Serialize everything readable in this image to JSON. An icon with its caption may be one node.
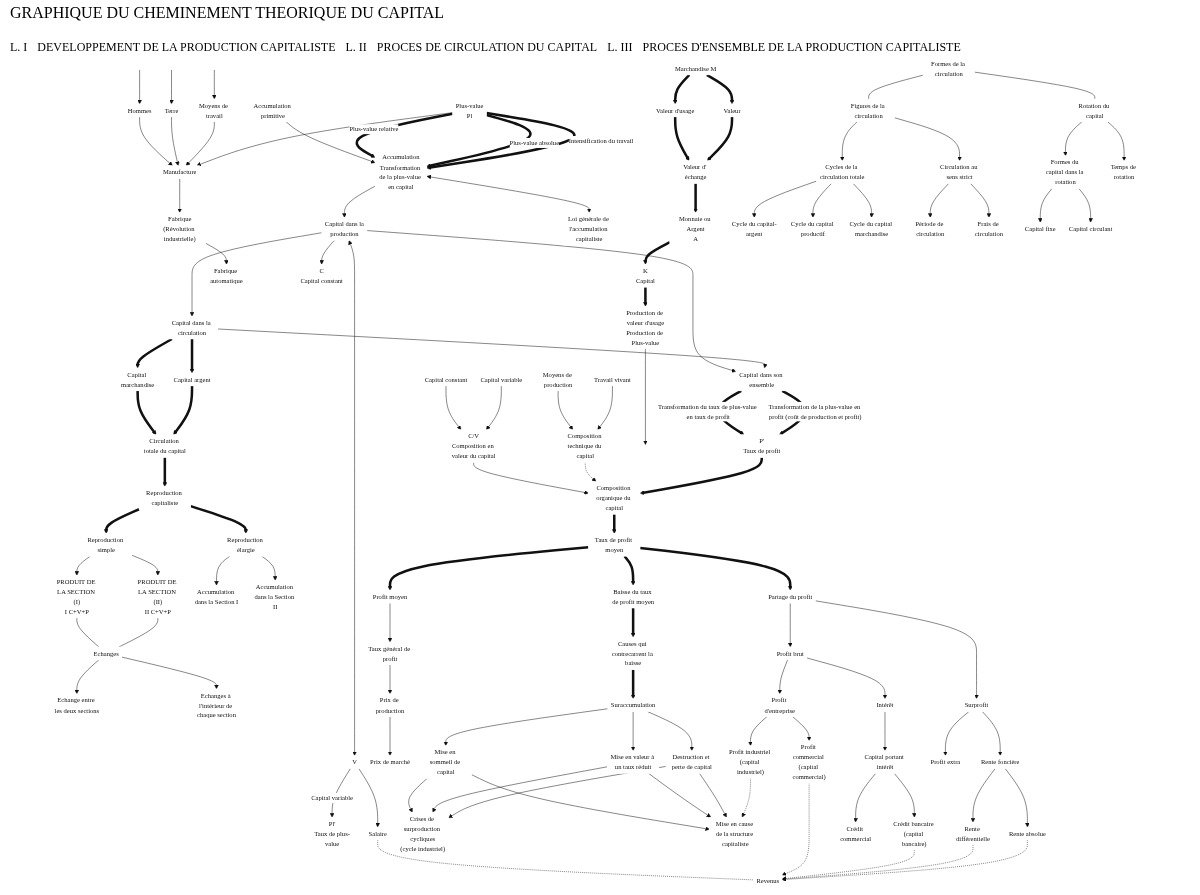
{
  "diagram": {
    "title": "GRAPHIQUE DU CHEMINEMENT THEORIQUE DU CAPITAL",
    "nodes": [
      {
        "text": [
          "Marchandise M"
        ]
      },
      {
        "text": [
          "Valeur d'usage"
        ]
      },
      {
        "text": [
          "Valeur"
        ]
      },
      {
        "text": [
          "Valeur d' échange"
        ]
      },
      {
        "text": [
          "Monnaie ou Argent",
          "A"
        ]
      },
      {
        "text": [
          "K",
          "Capital"
        ]
      },
      {
        "text": [
          "Production de valeur d'usage",
          "Production de Plus-value"
        ]
      },
      {
        "text": [
          "Hommes"
        ]
      },
      {
        "text": [
          "Terre"
        ]
      },
      {
        "text": [
          "Moyens de travail"
        ]
      },
      {
        "text": [
          "Manufacture"
        ]
      },
      {
        "text": [
          "Fabrique",
          "(Révolution industrielle)"
        ]
      },
      {
        "text": [
          "Fabrique automatique"
        ]
      },
      {
        "text": [
          "Accumulation primitive"
        ]
      },
      {
        "text": [
          "Plus-value",
          "Pl"
        ]
      },
      {
        "text": [
          "Accumulation",
          "Transformation de la plus-value en capital"
        ]
      },
      {
        "text": [
          "Loi générale de l'accumulation capitaliste"
        ]
      },
      {
        "text": [
          "Capital dans la",
          "production"
        ]
      },
      {
        "text": [
          "V"
        ]
      },
      {
        "text": [
          "Pl'",
          "Taux de plus-value"
        ]
      },
      {
        "text": [
          "Salaire"
        ]
      },
      {
        "text": [
          "C",
          "Capital constant"
        ]
      },
      {
        "text": [
          "Formes de la circulation"
        ]
      },
      {
        "text": [
          "Figures de la circulation"
        ]
      },
      {
        "text": [
          "Cycles de la circulation totale"
        ]
      },
      {
        "text": [
          "Circulation au sens strict"
        ]
      },
      {
        "text": [
          "Rotation du capital"
        ]
      },
      {
        "text": [
          "Formes du capital dans la rotation"
        ]
      },
      {
        "text": [
          "Temps de rotation"
        ]
      },
      {
        "text": [
          "Cycle du capital-argent"
        ]
      },
      {
        "text": [
          "Cycle du capital productif"
        ]
      },
      {
        "text": [
          "Cycle du capital marchandise"
        ]
      },
      {
        "text": [
          "Période de circulation"
        ]
      },
      {
        "text": [
          "Frais de circulation"
        ]
      },
      {
        "text": [
          "Capital fixe"
        ]
      },
      {
        "text": [
          "Capital circulant"
        ]
      },
      {
        "text": [
          "Capital dans la circulation"
        ]
      },
      {
        "text": [
          "Capital marchandise"
        ]
      },
      {
        "text": [
          "Capital argent"
        ]
      },
      {
        "text": [
          "Circulation totale du capital"
        ]
      },
      {
        "text": [
          "Reproduction capitaliste"
        ]
      },
      {
        "text": [
          "Reproduction simple"
        ]
      },
      {
        "text": [
          "PRODUIT DE LA SECTION (I)",
          "I C+V+P"
        ]
      },
      {
        "text": [
          "PRODUIT DE LA SECTION (II)",
          "II C+V+P"
        ]
      },
      {
        "text": [
          "Echanges"
        ]
      },
      {
        "text": [
          "Echange entre les deux sections"
        ]
      },
      {
        "text": [
          "Echanges à l'intérieur de chaque section"
        ]
      },
      {
        "text": [
          "Reproduction élargie"
        ]
      },
      {
        "text": [
          "Accumulation dans la Section I"
        ]
      },
      {
        "text": [
          "Accumulation dans la Section II"
        ]
      },
      {
        "text": [
          "Capital dans son ensemble"
        ]
      },
      {
        "text": [
          "P'",
          "Taux de profit"
        ]
      },
      {
        "text": [
          "Capital constant"
        ]
      },
      {
        "text": [
          "Capital variable"
        ]
      },
      {
        "text": [
          "Moyens de production"
        ]
      },
      {
        "text": [
          "Travail vivant"
        ]
      },
      {
        "text": [
          "C/V",
          "Composition en valeur du capital"
        ]
      },
      {
        "text": [
          "Composition technique du capital"
        ]
      },
      {
        "text": [
          "Composition organique du capital"
        ]
      },
      {
        "text": [
          "Taux de profit moyen"
        ]
      },
      {
        "text": [
          "Profit moyen"
        ]
      },
      {
        "text": [
          "Taux général de profit"
        ]
      },
      {
        "text": [
          "Prix de production"
        ]
      },
      {
        "text": [
          "Prix de marché"
        ]
      },
      {
        "text": [
          "Baisse du taux de profit moyen"
        ]
      },
      {
        "text": [
          "Causes qui contrecarrent la baisse"
        ]
      },
      {
        "text": [
          "Suraccumulation"
        ]
      },
      {
        "text": [
          "Mise en sommeil de capital"
        ]
      },
      {
        "text": [
          "Mise en valeur à un taux réduit"
        ]
      },
      {
        "text": [
          "Destruction et perte de capital"
        ]
      },
      {
        "text": [
          "Crises de surproduction cycliques",
          "(cycle industriel)"
        ]
      },
      {
        "text": [
          "Mise en cause de la structure capitaliste"
        ]
      },
      {
        "text": [
          "Partage du profit"
        ]
      },
      {
        "text": [
          "Profit brut"
        ]
      },
      {
        "text": [
          "Profit d'entreprise"
        ]
      },
      {
        "text": [
          "Intérêt"
        ]
      },
      {
        "text": [
          "Profit industriel (capital industriel)"
        ]
      },
      {
        "text": [
          "Profit commercial (capital commercial)"
        ]
      },
      {
        "text": [
          "Capital portant intérêt"
        ]
      },
      {
        "text": [
          "Crédit bancaire (capital bancaire)"
        ]
      },
      {
        "text": [
          "Crédit commercial"
        ]
      },
      {
        "text": [
          "Revenus"
        ]
      },
      {
        "text": [
          "Surprofit"
        ]
      },
      {
        "text": [
          "Profit extra"
        ]
      },
      {
        "text": [
          "Rente foncière"
        ]
      },
      {
        "text": [
          "Rente différentielle"
        ]
      },
      {
        "text": [
          "Rente absolue"
        ]
      }
    ],
    "edges": [
      {
        "from": 0,
        "to": 1,
        "arrow": "to",
        "style": "thick"
      },
      {
        "from": 0,
        "to": 2,
        "arrow": "to",
        "style": "thick"
      },
      {
        "from": 1,
        "to": 3,
        "arrow": "to",
        "style": "thick"
      },
      {
        "from": 2,
        "to": 3,
        "arrow": "to",
        "style": "thick"
      },
      {
        "from": 3,
        "to": 4,
        "arrow": "to",
        "style": "thick"
      },
      {
        "from": 4,
        "to": 5,
        "arrow": "to",
        "style": "thick"
      },
      {
        "from": 5,
        "to": 6,
        "arrow": "to",
        "style": "thick"
      },
      {
        "from": 6,
        "to": null,
        "arrow": "to"
      },
      {
        "from": null,
        "to": 7,
        "arrow": "to"
      },
      {
        "from": null,
        "to": 8,
        "arrow": "to"
      },
      {
        "from": null,
        "to": 9,
        "arrow": "to"
      },
      {
        "from": 7,
        "to": 10,
        "arrow": "to"
      },
      {
        "from": 8,
        "to": 10,
        "arrow": "to"
      },
      {
        "from": 9,
        "to": 10,
        "arrow": "to"
      },
      {
        "from": 14,
        "to": 10,
        "arrow": "to"
      },
      {
        "from": 10,
        "to": 11,
        "arrow": "to"
      },
      {
        "from": 11,
        "to": 12,
        "arrow": "to"
      },
      {
        "from": 13,
        "to": 15,
        "arrow": "to"
      },
      {
        "from": 14,
        "to": 15,
        "arrow": "to",
        "label": "Plus-value relative",
        "style": "thick"
      },
      {
        "from": 14,
        "to": 15,
        "arrow": "to",
        "label": "Plus-value absolue",
        "style": "thick"
      },
      {
        "from": 14,
        "to": 15,
        "arrow": "to",
        "label": "Intensification du travail",
        "style": "thick"
      },
      {
        "from": 15,
        "to": 16,
        "arrow": "both"
      },
      {
        "from": 15,
        "to": 17,
        "arrow": "to"
      },
      {
        "from": 17,
        "to": 18,
        "arrow": "both"
      },
      {
        "from": 17,
        "to": 21,
        "arrow": "to"
      },
      {
        "from": 18,
        "to": 19,
        "arrow": "to",
        "label": "Capital variable"
      },
      {
        "from": 18,
        "to": 20,
        "arrow": "to"
      },
      {
        "from": 20,
        "to": 81,
        "arrow": "none",
        "style": "dashed"
      },
      {
        "from": 17,
        "to": 36,
        "arrow": "to"
      },
      {
        "from": 17,
        "to": 50,
        "arrow": "to"
      },
      {
        "from": 36,
        "to": 50,
        "arrow": "to"
      },
      {
        "from": 22,
        "to": 23,
        "arrow": "none"
      },
      {
        "from": 22,
        "to": 26,
        "arrow": "none"
      },
      {
        "from": 23,
        "to": 24,
        "arrow": "to"
      },
      {
        "from": 23,
        "to": 25,
        "arrow": "to"
      },
      {
        "from": 24,
        "to": 29,
        "arrow": "to"
      },
      {
        "from": 24,
        "to": 30,
        "arrow": "to"
      },
      {
        "from": 24,
        "to": 31,
        "arrow": "to"
      },
      {
        "from": 25,
        "to": 32,
        "arrow": "to"
      },
      {
        "from": 25,
        "to": 33,
        "arrow": "to"
      },
      {
        "from": 26,
        "to": 27,
        "arrow": "to"
      },
      {
        "from": 26,
        "to": 28,
        "arrow": "to"
      },
      {
        "from": 27,
        "to": 34,
        "arrow": "to"
      },
      {
        "from": 27,
        "to": 35,
        "arrow": "to"
      },
      {
        "from": 36,
        "to": 37,
        "arrow": "to",
        "style": "thick"
      },
      {
        "from": 36,
        "to": 38,
        "arrow": "to",
        "style": "thick"
      },
      {
        "from": 37,
        "to": 39,
        "arrow": "to",
        "style": "thick"
      },
      {
        "from": 38,
        "to": 39,
        "arrow": "to",
        "style": "thick"
      },
      {
        "from": 39,
        "to": 40,
        "arrow": "to",
        "style": "thick"
      },
      {
        "from": 40,
        "to": 41,
        "arrow": "to",
        "style": "thick"
      },
      {
        "from": 40,
        "to": 47,
        "arrow": "to",
        "style": "thick"
      },
      {
        "from": 41,
        "to": 42,
        "arrow": "to"
      },
      {
        "from": 41,
        "to": 43,
        "arrow": "to"
      },
      {
        "from": 42,
        "to": 44,
        "arrow": "none"
      },
      {
        "from": 43,
        "to": 44,
        "arrow": "none"
      },
      {
        "from": 44,
        "to": 45,
        "arrow": "to"
      },
      {
        "from": 44,
        "to": 46,
        "arrow": "to"
      },
      {
        "from": 47,
        "to": 48,
        "arrow": "to"
      },
      {
        "from": 47,
        "to": 49,
        "arrow": "to"
      },
      {
        "from": 50,
        "to": 51,
        "arrow": "to",
        "label": "Transformation du taux de plus-value en taux de profit",
        "style": "thick"
      },
      {
        "from": 50,
        "to": 51,
        "arrow": "to",
        "label": "Transformation de la plus-value en profit (coût de production et profit)",
        "style": "thick"
      },
      {
        "from": 52,
        "to": 56,
        "arrow": "to"
      },
      {
        "from": 53,
        "to": 56,
        "arrow": "to"
      },
      {
        "from": 54,
        "to": 57,
        "arrow": "to"
      },
      {
        "from": 55,
        "to": 57,
        "arrow": "to"
      },
      {
        "from": 56,
        "to": 58,
        "arrow": "to"
      },
      {
        "from": 57,
        "to": 58,
        "arrow": "to",
        "style": "dashed"
      },
      {
        "from": 51,
        "to": 58,
        "arrow": "to",
        "style": "thick"
      },
      {
        "from": 58,
        "to": 59,
        "arrow": "to",
        "style": "thick"
      },
      {
        "from": 59,
        "to": 60,
        "arrow": "to",
        "style": "thick"
      },
      {
        "from": 59,
        "to": 64,
        "arrow": "to",
        "style": "thick"
      },
      {
        "from": 59,
        "to": 72,
        "arrow": "to",
        "style": "thick"
      },
      {
        "from": 60,
        "to": 61,
        "arrow": "to"
      },
      {
        "from": 61,
        "to": 62,
        "arrow": "to"
      },
      {
        "from": 62,
        "to": 63,
        "arrow": "to"
      },
      {
        "from": 64,
        "to": 65,
        "arrow": "to",
        "style": "thick"
      },
      {
        "from": 65,
        "to": 66,
        "arrow": "to",
        "style": "thick"
      },
      {
        "from": 66,
        "to": 67,
        "arrow": "to"
      },
      {
        "from": 66,
        "to": 68,
        "arrow": "to"
      },
      {
        "from": 66,
        "to": 69,
        "arrow": "to"
      },
      {
        "from": 67,
        "to": 70,
        "arrow": "to"
      },
      {
        "from": 67,
        "to": 71,
        "arrow": "to"
      },
      {
        "from": 68,
        "to": 70,
        "arrow": "to"
      },
      {
        "from": 68,
        "to": 71,
        "arrow": "to"
      },
      {
        "from": 69,
        "to": 70,
        "arrow": "to"
      },
      {
        "from": 69,
        "to": 71,
        "arrow": "to"
      },
      {
        "from": 72,
        "to": 73,
        "arrow": "to"
      },
      {
        "from": 72,
        "to": 82,
        "arrow": "to"
      },
      {
        "from": 73,
        "to": 74,
        "arrow": "to"
      },
      {
        "from": 73,
        "to": 75,
        "arrow": "to"
      },
      {
        "from": 74,
        "to": 76,
        "arrow": "to"
      },
      {
        "from": 74,
        "to": 77,
        "arrow": "to"
      },
      {
        "from": 75,
        "to": 78,
        "arrow": "to"
      },
      {
        "from": 78,
        "to": 79,
        "arrow": "to"
      },
      {
        "from": 78,
        "to": 80,
        "arrow": "to"
      },
      {
        "from": 76,
        "to": 71,
        "arrow": "to",
        "style": "dashed"
      },
      {
        "from": 77,
        "to": 81,
        "arrow": "to",
        "style": "dashed"
      },
      {
        "from": 79,
        "to": 81,
        "arrow": "to",
        "style": "dashed"
      },
      {
        "from": 82,
        "to": 83,
        "arrow": "to"
      },
      {
        "from": 82,
        "to": 84,
        "arrow": "to"
      },
      {
        "from": 84,
        "to": 85,
        "arrow": "to"
      },
      {
        "from": 84,
        "to": 86,
        "arrow": "to"
      },
      {
        "from": 85,
        "to": 81,
        "arrow": "to",
        "style": "dashed"
      },
      {
        "from": 86,
        "to": 81,
        "arrow": "to",
        "style": "dashed"
      }
    ],
    "labels": [
      "L. I",
      "DEVELOPPEMENT DE LA PRODUCTION CAPITALISTE",
      "L. II",
      "PROCES DE CIRCULATION DU CAPITAL",
      "L. III",
      "PROCES D'ENSEMBLE DE LA PRODUCTION CAPITALISTE"
    ]
  }
}
